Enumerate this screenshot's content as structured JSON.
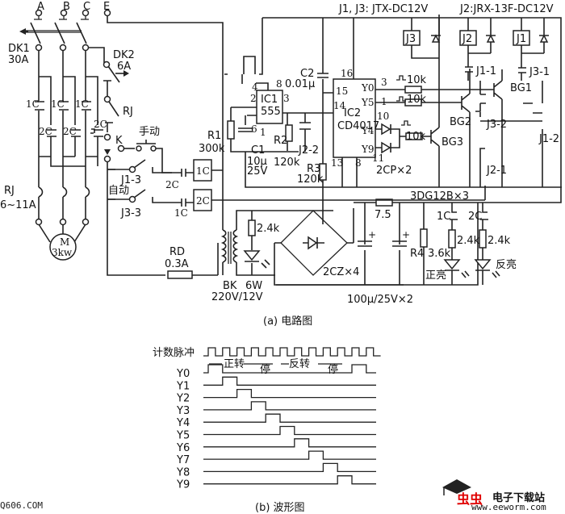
{
  "figure_a": {
    "caption": "(a) 电路图",
    "supply_terminals": [
      "A",
      "B",
      "C",
      "E"
    ],
    "breakers": {
      "main_label": "DK1",
      "main_rating": "30A",
      "aux_label": "DK2",
      "aux_rating": "6A"
    },
    "contactor_labels": {
      "c1": "1C",
      "c2": "2C"
    },
    "thermal_relay": {
      "label": "RJ",
      "range": "6~11A"
    },
    "motor": {
      "symbol": "M",
      "power": "3kw"
    },
    "switch_k": "K",
    "manual_label": "手动",
    "auto_label": "自动",
    "relay_contacts": {
      "j1_3": "J1-3",
      "j3_3": "J3-3",
      "j2_2": "J2-2",
      "j1_1": "J1-1",
      "j3_1": "J3-1",
      "j3_2": "J3-2",
      "j1_2": "J1-2",
      "j2_1": "J2-1"
    },
    "fuse": {
      "label": "RD",
      "rating": "0.3A"
    },
    "transformer": {
      "label": "BK",
      "power": "6W",
      "ratio": "220V/12V"
    },
    "relays_note_1": "J1, J3: JTX-DC12V",
    "relays_note_2": "J2:JRX-13F-DC12V",
    "relay_coils": [
      "J3",
      "J2",
      "J1"
    ],
    "ic1": {
      "name": "IC1",
      "type": "555",
      "pins": [
        "4",
        "8",
        "2",
        "3",
        "6",
        "1"
      ]
    },
    "ic2": {
      "name": "IC2",
      "type": "CD4017",
      "pins": [
        "16",
        "15",
        "14",
        "13",
        "8",
        "3",
        "1",
        "10",
        "11"
      ],
      "outputs": [
        "Y0",
        "Y5",
        "Y4",
        "Y9"
      ]
    },
    "components": {
      "r1": "R1",
      "r1_val": "300k",
      "r2": "R2",
      "r2_val": "120k",
      "r3": "R3",
      "r3_val": "120k",
      "r4": "R4",
      "r4_val": "3.6k",
      "c1": "C1",
      "c1_val1": "10μ",
      "c1_val2": "25V",
      "c2": "C2",
      "c2_val": "0.01μ",
      "rb": "10k",
      "r_led": "2.4k",
      "r_series": "7.5",
      "diodes": "2CP×2",
      "bridge": "2CZ×4",
      "caps": "100μ/25V×2",
      "transistors": "3DG12B×3"
    },
    "transistors": [
      "BG1",
      "BG2",
      "BG3"
    ],
    "led_labels": {
      "forward": "正亮",
      "reverse": "反亮"
    }
  },
  "figure_b": {
    "caption": "(b) 波形图",
    "clock_label": "计数脉冲",
    "phase_labels": {
      "forward": "正转",
      "stop": "停",
      "reverse": "反转"
    },
    "channels": [
      "Y0",
      "Y1",
      "Y2",
      "Y3",
      "Y4",
      "Y5",
      "Y6",
      "Y7",
      "Y8",
      "Y9"
    ],
    "high_slot": [
      0,
      1,
      2,
      3,
      4,
      5,
      6,
      7,
      8,
      9
    ],
    "y0_repeat_slot": 10,
    "clock_cycles": 12
  },
  "watermark": {
    "left": "Q606.COM",
    "brand_cn": "电子下载站",
    "brand_url": "www.eeworm.com",
    "brand_logo": "虫虫"
  }
}
